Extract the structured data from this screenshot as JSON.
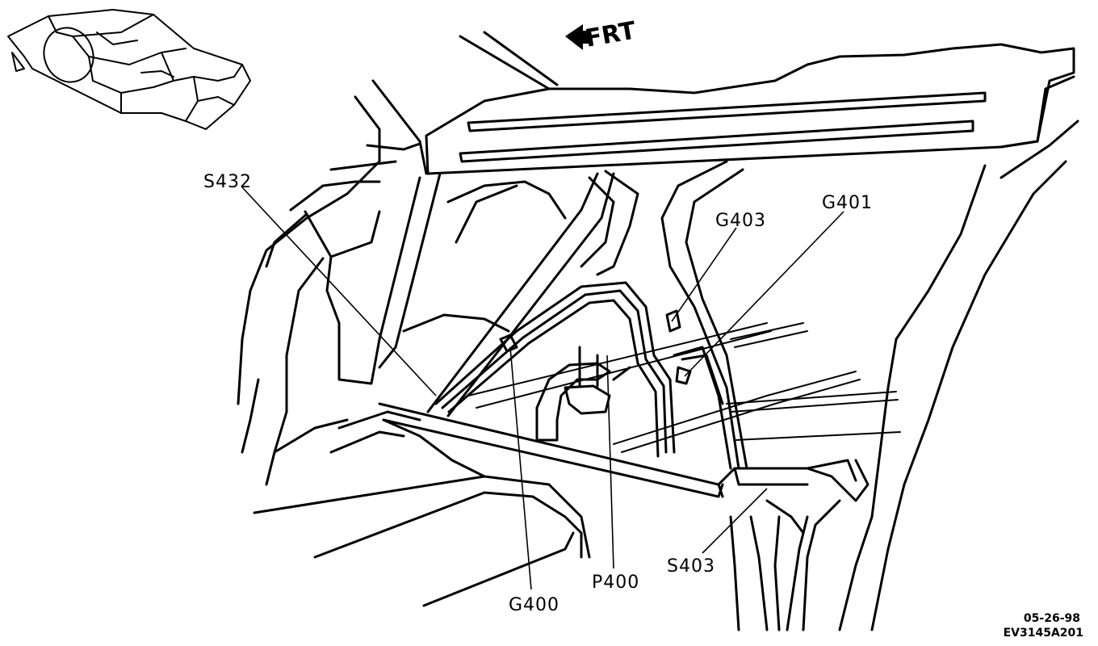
{
  "direction_label": "FRT",
  "callouts": {
    "s432": "S432",
    "g403": "G403",
    "g401": "G401",
    "g400": "G400",
    "p400": "P400",
    "s403": "S403"
  },
  "footer": {
    "date": "05-26-98",
    "code": "EV3145A201"
  },
  "icons": {
    "front_arrow": "left-arrow-icon",
    "locator": "vehicle-body-locator-icon"
  }
}
